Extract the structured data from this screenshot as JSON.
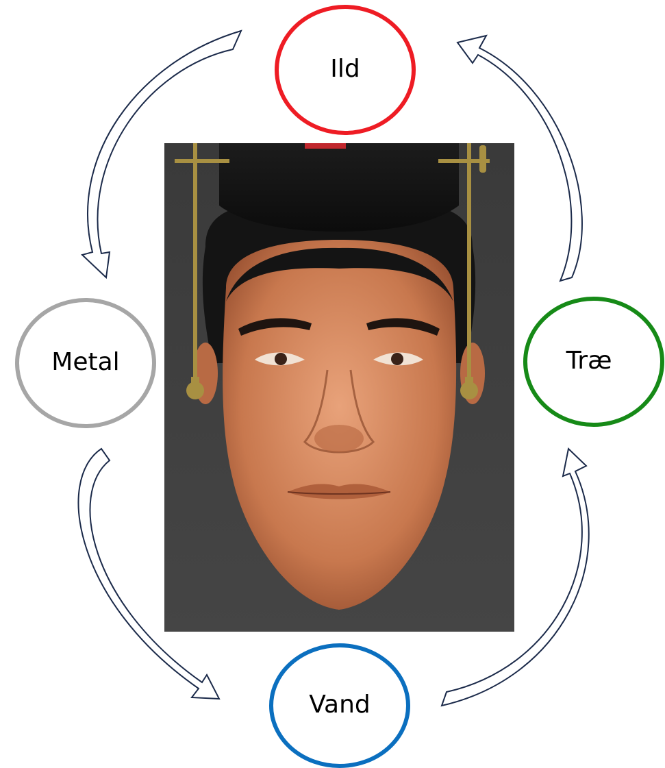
{
  "diagram": {
    "nodes": {
      "fire": {
        "label": "Ild",
        "color": "#ee1c24"
      },
      "wood": {
        "label": "Træ",
        "color": "#168a17"
      },
      "water": {
        "label": "Vand",
        "color": "#0b6fbf"
      },
      "metal": {
        "label": "Metal",
        "color": "#a6a6a6"
      }
    },
    "arrow_color": "#1b2a4a",
    "cycle": [
      "wood",
      "fire",
      "metal",
      "water",
      "wood"
    ]
  },
  "portrait": {
    "background": "#404040",
    "skin": "#c8784e",
    "hair": "#151515",
    "hat_band": "#c0272d",
    "ornament": "#a89042"
  }
}
